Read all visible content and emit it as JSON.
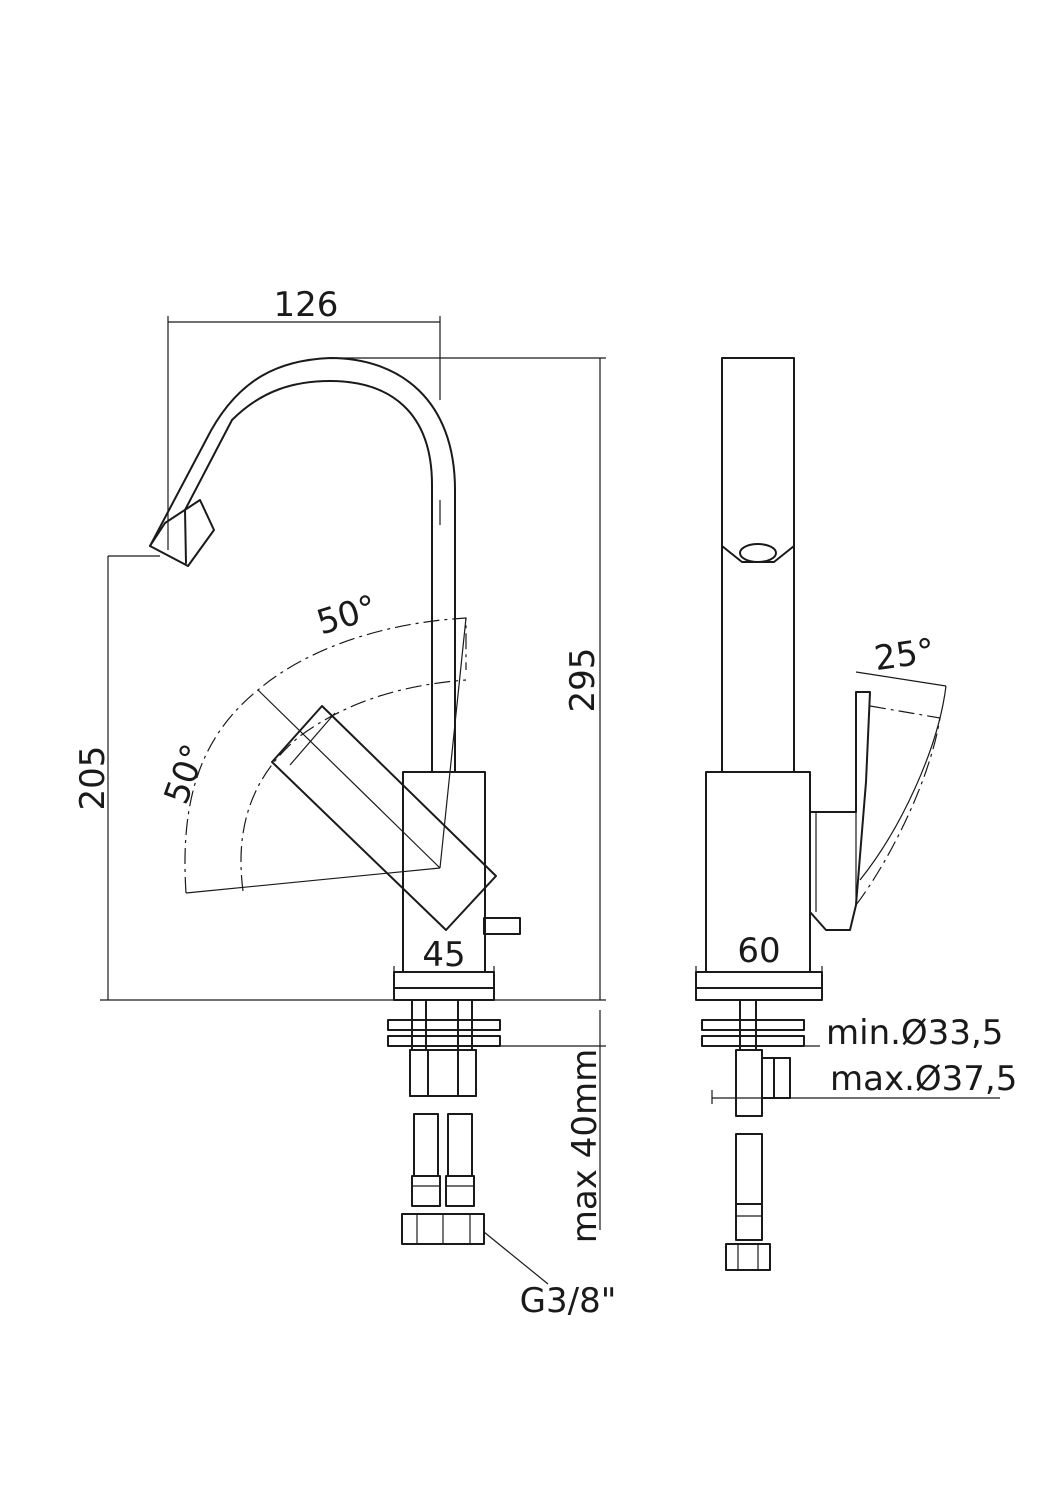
{
  "dimensions": {
    "spout_reach": "126",
    "total_height": "295",
    "spout_height": "205",
    "lever_angle_upper": "50°",
    "lever_angle_lower": "50°",
    "front_body_width": "45",
    "side_body_width": "60",
    "side_lever_angle": "25°",
    "hole_min": "min.Ø33,5",
    "hole_max": "max.Ø37,5",
    "deck_thickness": "max 40mm",
    "connection": "G3/8\""
  }
}
